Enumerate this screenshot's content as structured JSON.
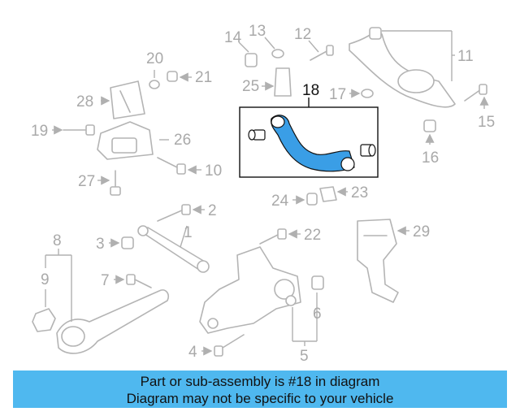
{
  "diagram": {
    "highlighted_part": "18",
    "callouts": [
      "1",
      "2",
      "3",
      "4",
      "5",
      "6",
      "7",
      "8",
      "9",
      "10",
      "11",
      "12",
      "13",
      "14",
      "15",
      "16",
      "17",
      "18",
      "19",
      "20",
      "21",
      "22",
      "23",
      "24",
      "25",
      "26",
      "27",
      "28",
      "29"
    ],
    "highlight_color": "#3a9ee6"
  },
  "banner": {
    "line1": "Part or sub-assembly is #18 in diagram",
    "line2": "Diagram may not be specific to your vehicle",
    "color": "#4fb8ef"
  }
}
